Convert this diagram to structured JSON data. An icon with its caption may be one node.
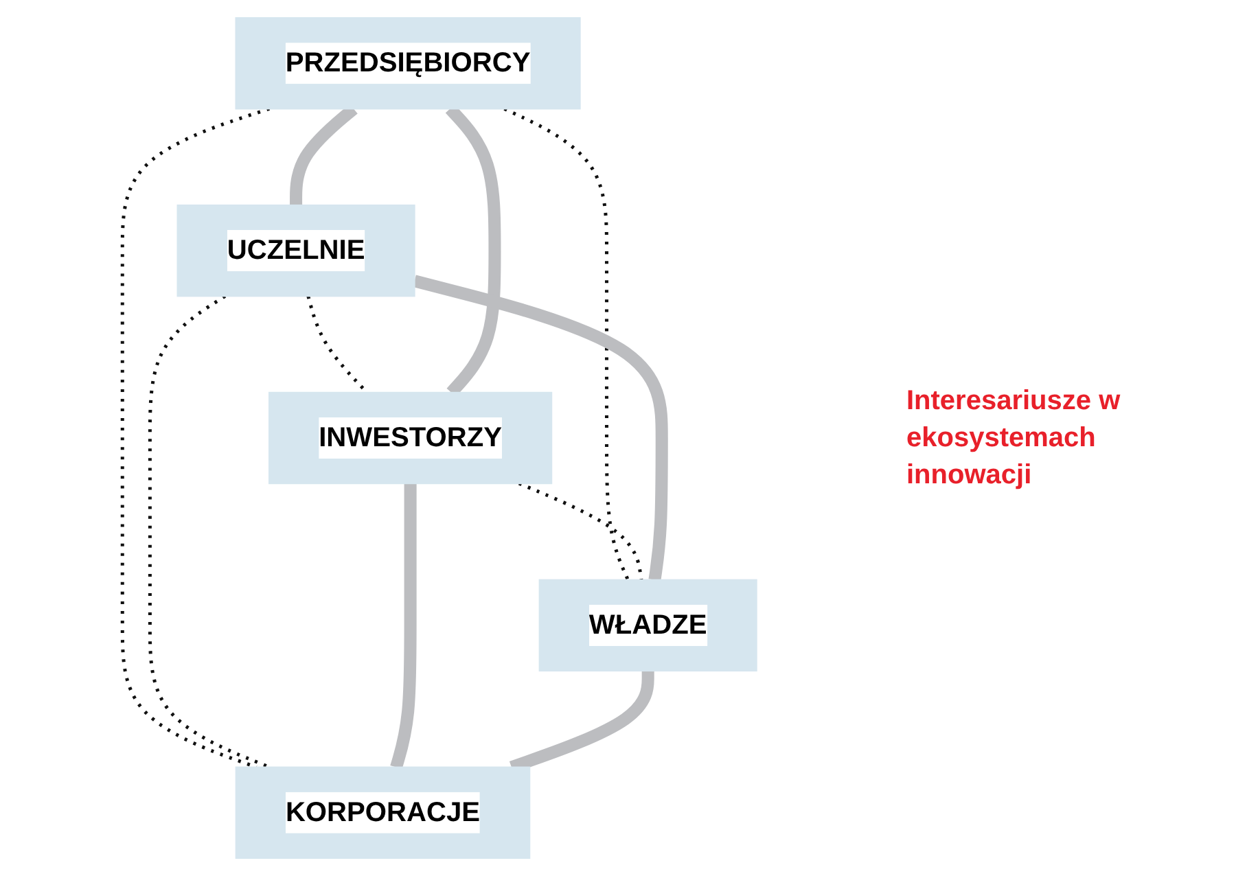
{
  "diagram": {
    "nodes": [
      {
        "text": [
          "PRZEDSIĘBIORCY"
        ]
      },
      {
        "text": [
          "UCZELNIE"
        ]
      },
      {
        "text": [
          "INWESTORZY"
        ]
      },
      {
        "text": [
          "WŁADZE"
        ]
      },
      {
        "text": [
          "KORPORACJE"
        ]
      }
    ],
    "edges": [
      {
        "from": 0,
        "to": 3,
        "arrow": "none",
        "style": "dashed"
      },
      {
        "from": 0,
        "to": 4,
        "arrow": "none",
        "style": "dashed"
      },
      {
        "from": 1,
        "to": 2,
        "arrow": "none",
        "style": "dashed"
      },
      {
        "from": 1,
        "to": 4,
        "arrow": "none",
        "style": "dashed"
      },
      {
        "from": 2,
        "to": 3,
        "arrow": "none",
        "style": "dashed"
      },
      {
        "from": 0,
        "to": 1,
        "arrow": "none",
        "style": "thick",
        "color": "#bcbdc0"
      },
      {
        "from": 0,
        "to": 2,
        "arrow": "none",
        "style": "thick",
        "color": "#bcbdc0"
      },
      {
        "from": 1,
        "to": 3,
        "arrow": "none",
        "style": "thick",
        "color": "#bcbdc0"
      },
      {
        "from": 2,
        "to": 4,
        "arrow": "none",
        "style": "thick",
        "color": "#bcbdc0"
      },
      {
        "from": 3,
        "to": 4,
        "arrow": "none",
        "style": "thick",
        "color": "#bcbdc0"
      }
    ],
    "labels": [
      "Interesariusze w ekosystemach innowacji"
    ]
  }
}
